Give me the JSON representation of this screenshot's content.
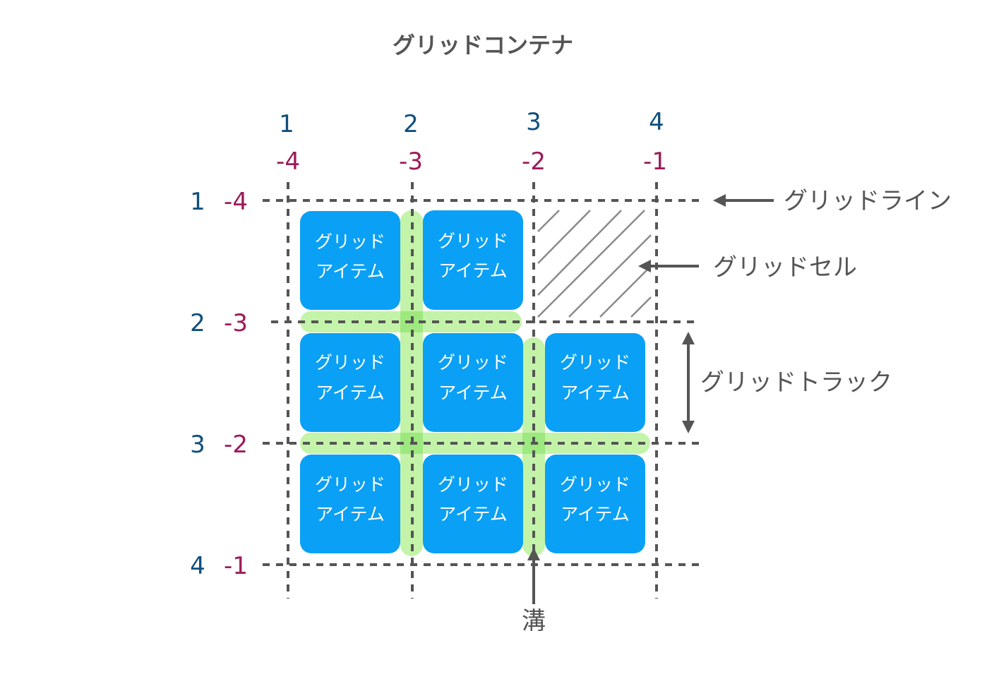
{
  "title": "グリッドコンテナ",
  "columns": [
    {
      "positive": "1",
      "negative": "-4"
    },
    {
      "positive": "2",
      "negative": "-3"
    },
    {
      "positive": "3",
      "negative": "-2"
    },
    {
      "positive": "4",
      "negative": "-1"
    }
  ],
  "rows": [
    {
      "positive": "1",
      "negative": "-4"
    },
    {
      "positive": "2",
      "negative": "-3"
    },
    {
      "positive": "3",
      "negative": "-2"
    },
    {
      "positive": "4",
      "negative": "-1"
    }
  ],
  "item": {
    "line1": "グリッド",
    "line2": "アイテム"
  },
  "labels": {
    "line": "グリッドライン",
    "cell": "グリッドセル",
    "track": "グリッドトラック",
    "gutter": "溝"
  },
  "colors": {
    "item": "#0aa0f5",
    "gutter": "#b9f29a",
    "line": "#555555",
    "positive": "#0f4f7d",
    "negative": "#9b1b5a"
  }
}
